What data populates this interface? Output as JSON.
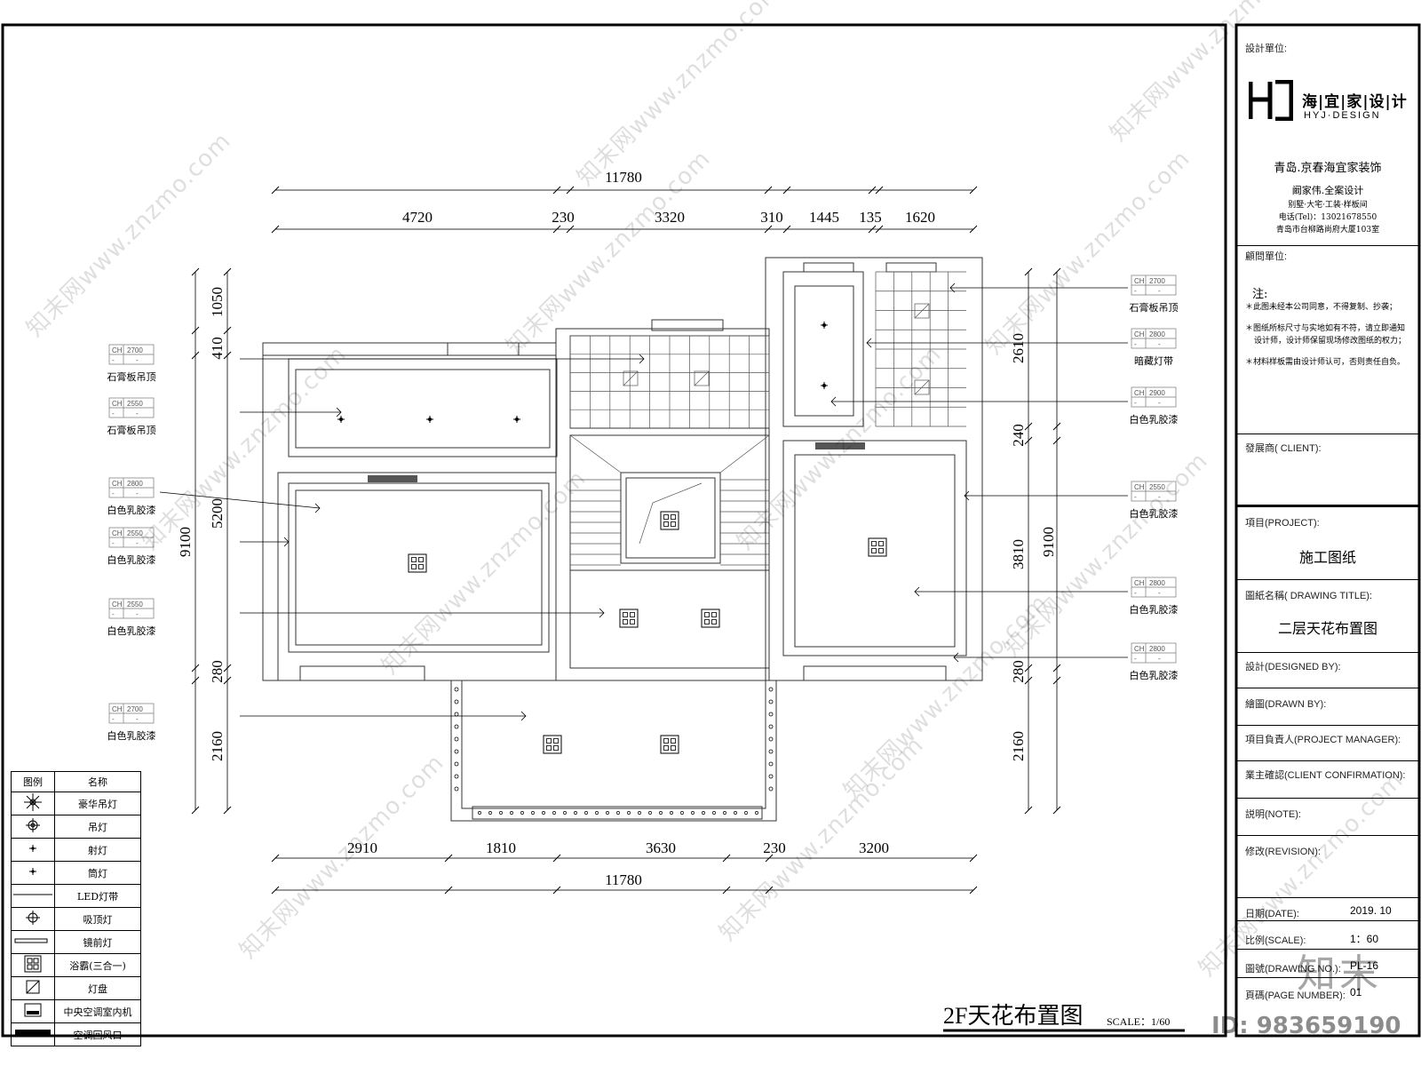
{
  "drawing": {
    "title": "2F天花布置图",
    "scale": "SCALE：1/60",
    "top_total": "11780",
    "top_dims": [
      "4720",
      "230",
      "3320",
      "310",
      "1445",
      "135",
      "1620"
    ],
    "bottom_dims": [
      "2910",
      "1810",
      "3630",
      "230",
      "3200"
    ],
    "bottom_total": "11780",
    "left_dims": [
      "1050",
      "410",
      "5200",
      "280",
      "2160"
    ],
    "left_total": "9100",
    "right_dims": [
      "2610",
      "240",
      "3810",
      "280",
      "2160"
    ],
    "right_total": "9100",
    "left_tags": [
      {
        "ch": "CH",
        "h": "2700",
        "label": "石膏板吊顶"
      },
      {
        "ch": "CH",
        "h": "2550",
        "label": "石膏板吊顶"
      },
      {
        "ch": "CH",
        "h": "2800",
        "label": "白色乳胶漆"
      },
      {
        "ch": "CH",
        "h": "2550",
        "label": "白色乳胶漆"
      },
      {
        "ch": "CH",
        "h": "2550",
        "label": "白色乳胶漆"
      },
      {
        "ch": "CH",
        "h": "2700",
        "label": "白色乳胶漆"
      }
    ],
    "right_tags": [
      {
        "ch": "CH",
        "h": "2700",
        "label": "石膏板吊顶"
      },
      {
        "ch": "CH",
        "h": "2800",
        "label": "暗藏灯带"
      },
      {
        "ch": "CH",
        "h": "2900",
        "label": "白色乳胶漆"
      },
      {
        "ch": "CH",
        "h": "2550",
        "label": "白色乳胶漆"
      },
      {
        "ch": "CH",
        "h": "2800",
        "label": "白色乳胶漆"
      },
      {
        "ch": "CH",
        "h": "2800",
        "label": "白色乳胶漆"
      }
    ]
  },
  "legend": {
    "header_symbol": "图例",
    "header_name": "名称",
    "items": [
      {
        "icon": "chandelier-icon",
        "name": "豪华吊灯"
      },
      {
        "icon": "pendant-lamp-icon",
        "name": "吊灯"
      },
      {
        "icon": "spotlight-icon",
        "name": "射灯"
      },
      {
        "icon": "downlight-icon",
        "name": "筒灯"
      },
      {
        "icon": "led-strip-icon",
        "name": "LED灯带"
      },
      {
        "icon": "ceiling-lamp-icon",
        "name": "吸顶灯"
      },
      {
        "icon": "mirror-lamp-icon",
        "name": "镜前灯"
      },
      {
        "icon": "bath-heater-icon",
        "name": "浴霸(三合一)"
      },
      {
        "icon": "light-panel-icon",
        "name": "灯盘"
      },
      {
        "icon": "ac-indoor-unit-icon",
        "name": "中央空调室内机"
      },
      {
        "icon": "ac-return-vent-icon",
        "name": "空调回风口"
      }
    ]
  },
  "title_block": {
    "design_unit_label": "設計單位:",
    "logo_cn": "海|宜|家|设|计",
    "logo_en": "HYJ·DESIGN",
    "company": "青岛.京春海宜家装饰",
    "designer_line": "阚家伟.全案设计",
    "services": "别墅·大宅·工装·样板间",
    "phone": "电话(Tel)：13021678550",
    "address": "青岛市台柳路尚府大厦103室",
    "consultant_label": "顧問單位:",
    "notes_title": "注:",
    "notes": [
      "＊此图未经本公司同意，不得复制、抄袭；",
      "＊图纸所标尺寸与实地如有不符，请立即通知",
      "设计师，设计师保留现场修改图纸的权力；",
      "＊材料样板需由设计师认可，否则责任自负。"
    ],
    "client_label": "發展商( CLIENT):",
    "project_label": "項目(PROJECT):",
    "project_value": "施工图纸",
    "drawing_title_label": "圖紙名稱( DRAWING TITLE):",
    "drawing_title_value": "二层天花布置图",
    "designed_by_label": "設計(DESIGNED BY):",
    "drawn_by_label": "繪圖(DRAWN BY):",
    "pm_label": "項目負責人(PROJECT MANAGER):",
    "client_confirm_label": "業主確認(CLIENT CONFIRMATION):",
    "note_label": "説明(NOTE):",
    "revision_label": "修改(REVISION):",
    "date_label": "日期(DATE):",
    "date_value": "2019. 10",
    "scale_label": "比例(SCALE):",
    "scale_value": "1：60",
    "drawing_no_label": "圖號(DRAWING NO.):",
    "drawing_no_value": "PL-16",
    "page_label": "頁碼(PAGE NUMBER):",
    "page_value": "01"
  },
  "watermark": {
    "text": "知末网www.znzmo.com",
    "brand": "知末",
    "id": "ID: 983659190"
  }
}
